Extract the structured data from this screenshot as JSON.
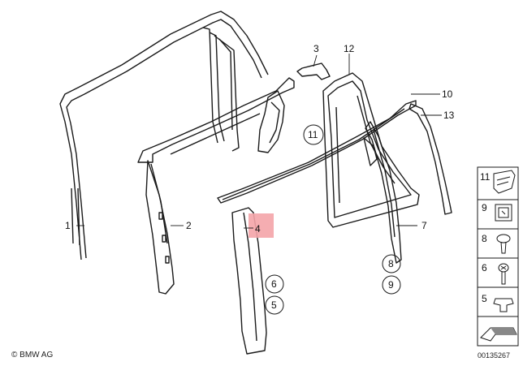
{
  "callouts": {
    "c1": "1",
    "c2": "2",
    "c3": "3",
    "c4": "4",
    "c5": "5",
    "c6": "6",
    "c7": "7",
    "c8": "8",
    "c9": "9",
    "c10": "10",
    "c11": "11",
    "c12": "12",
    "c13": "13"
  },
  "legend": {
    "items": [
      {
        "number": "11",
        "icon": "clip-icon"
      },
      {
        "number": "9",
        "icon": "retainer-icon"
      },
      {
        "number": "8",
        "icon": "expanding-rivet-icon"
      },
      {
        "number": "6",
        "icon": "screw-icon"
      },
      {
        "number": "5",
        "icon": "plastic-nut-icon"
      }
    ]
  },
  "highlight_color": "#f4a4a8",
  "footer": {
    "copyright": "© BMW AG",
    "doc_number": "00135267"
  }
}
